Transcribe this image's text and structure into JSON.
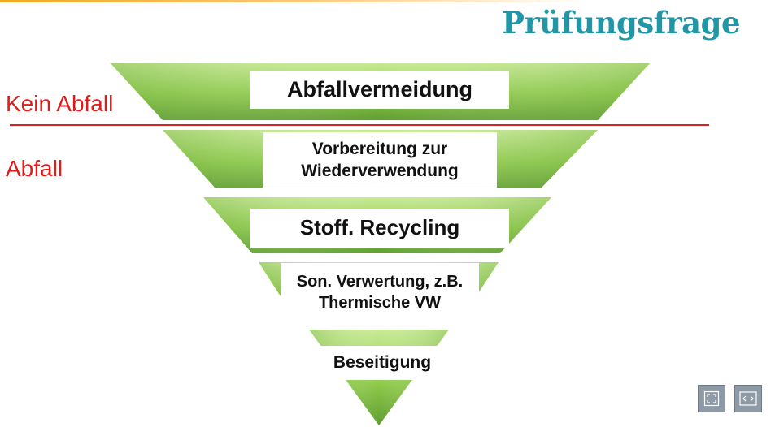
{
  "title": "Prüfungsfrage",
  "labels": {
    "no_waste": "Kein Abfall",
    "waste": "Abfall"
  },
  "tiers": [
    {
      "lines": [
        "Abfallvermeidung"
      ]
    },
    {
      "lines": [
        "Vorbereitung zur",
        "Wiederverwendung"
      ]
    },
    {
      "lines": [
        "Stoff. Recycling"
      ]
    },
    {
      "lines": [
        "Son. Verwertung, z.B.",
        "Thermische VW"
      ]
    },
    {
      "lines": [
        "Beseitigung"
      ]
    }
  ],
  "colors": {
    "title": "#2196a6",
    "label_red": "#e21a1a",
    "green_light": "#b6e07e",
    "green_mid": "#8fcb4a",
    "green_dark": "#5a9a2a"
  },
  "controls": {
    "fullscreen": "fullscreen-icon",
    "navigation": "prev-next-icon"
  }
}
